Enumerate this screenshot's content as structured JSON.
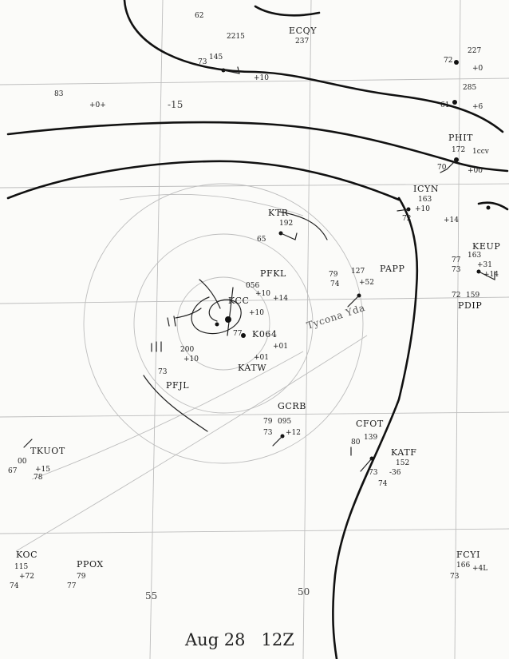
{
  "map": {
    "date_label": "Aug 28   12Z",
    "grid_labels": [
      "55",
      "50",
      "-15"
    ],
    "storm_label": "Tycona Yda",
    "stations": [
      {
        "id": "PHIT",
        "obs": [
          "172",
          "1ccv",
          "70",
          "+00"
        ]
      },
      {
        "id": "ICYN",
        "obs": [
          "163",
          "+10",
          "72",
          "+14"
        ]
      },
      {
        "id": "KTR",
        "obs": [
          "192",
          "65"
        ]
      },
      {
        "id": "PFKL",
        "obs": [
          "056",
          "+10"
        ]
      },
      {
        "id": "KCC",
        "obs": [
          "+14",
          "+10"
        ]
      },
      {
        "id": "K064",
        "obs": [
          "+01",
          "77"
        ]
      },
      {
        "id": "KATW",
        "obs": [
          "+01"
        ]
      },
      {
        "id": "PFJL",
        "obs": [
          "200",
          "+10",
          "73"
        ]
      },
      {
        "id": "PAPP",
        "obs": [
          "127",
          "+52",
          "79",
          "74"
        ]
      },
      {
        "id": "PDIP",
        "obs": [
          "163",
          "+31",
          "73",
          "+14"
        ]
      },
      {
        "id": "KEUP",
        "obs": [
          "159",
          "77",
          "72"
        ]
      },
      {
        "id": "GCRB",
        "obs": [
          "095",
          "+12",
          "79",
          "73"
        ]
      },
      {
        "id": "CFOT",
        "obs": [
          "139",
          "80"
        ]
      },
      {
        "id": "KATF",
        "obs": [
          "152",
          "73",
          "-36",
          "74"
        ]
      },
      {
        "id": "TKUOT",
        "obs": [
          "00",
          "+15",
          "78",
          "67"
        ]
      },
      {
        "id": "KOC",
        "obs": [
          "115",
          "+72",
          "74"
        ]
      },
      {
        "id": "PPOX",
        "obs": [
          "77",
          "79"
        ]
      },
      {
        "id": "FCYI",
        "obs": [
          "166",
          "+4L",
          "73"
        ]
      },
      {
        "id": "ECQY",
        "obs": [
          "237"
        ]
      }
    ],
    "corner_obs": [
      "62",
      "72",
      "227",
      "+0",
      "61",
      "285",
      "+6",
      "2215",
      "145",
      "+10",
      "73",
      "83",
      "+0+"
    ]
  }
}
